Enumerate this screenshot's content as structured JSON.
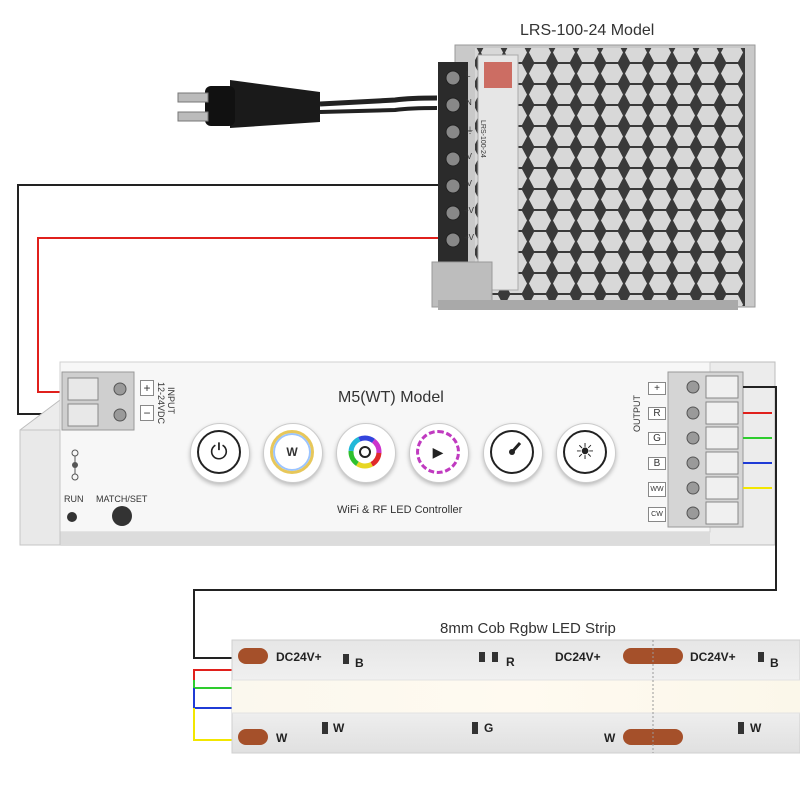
{
  "power_supply": {
    "title": "LRS-100-24 Model",
    "terminals": [
      "L",
      "N",
      "⏚",
      "-V",
      "-V",
      "+V",
      "+V"
    ],
    "label_text": "LRS-100-24"
  },
  "controller": {
    "title": "M5(WT) Model",
    "subtitle": "WiFi & RF LED Controller",
    "input_label_1": "INPUT",
    "input_label_2": "12-24VDC",
    "input_plus": "+",
    "input_minus": "−",
    "run_label": "RUN",
    "match_label": "MATCH/SET",
    "output_label": "OUTPUT",
    "output_terminals": [
      "+",
      "R",
      "G",
      "B",
      "WW",
      "CW"
    ],
    "buttons": [
      {
        "name": "power",
        "glyph": "⏻"
      },
      {
        "name": "white",
        "glyph": "W"
      },
      {
        "name": "color-wheel",
        "glyph": ""
      },
      {
        "name": "play-mode",
        "glyph": "▶"
      },
      {
        "name": "speed",
        "glyph": ""
      },
      {
        "name": "brightness",
        "glyph": "☀"
      }
    ]
  },
  "strip": {
    "title": "8mm Cob Rgbw LED Strip",
    "top_labels": [
      "DC24V+",
      "B",
      "R",
      "DC24V+",
      "DC24V+",
      "B"
    ],
    "bottom_labels": [
      "W",
      "W",
      "G",
      "W",
      "W"
    ]
  },
  "wire_colors": {
    "black": "#222222",
    "red": "#e0201c",
    "green": "#2ecc2e",
    "blue": "#1f3bd6",
    "yellow": "#f2e600"
  }
}
